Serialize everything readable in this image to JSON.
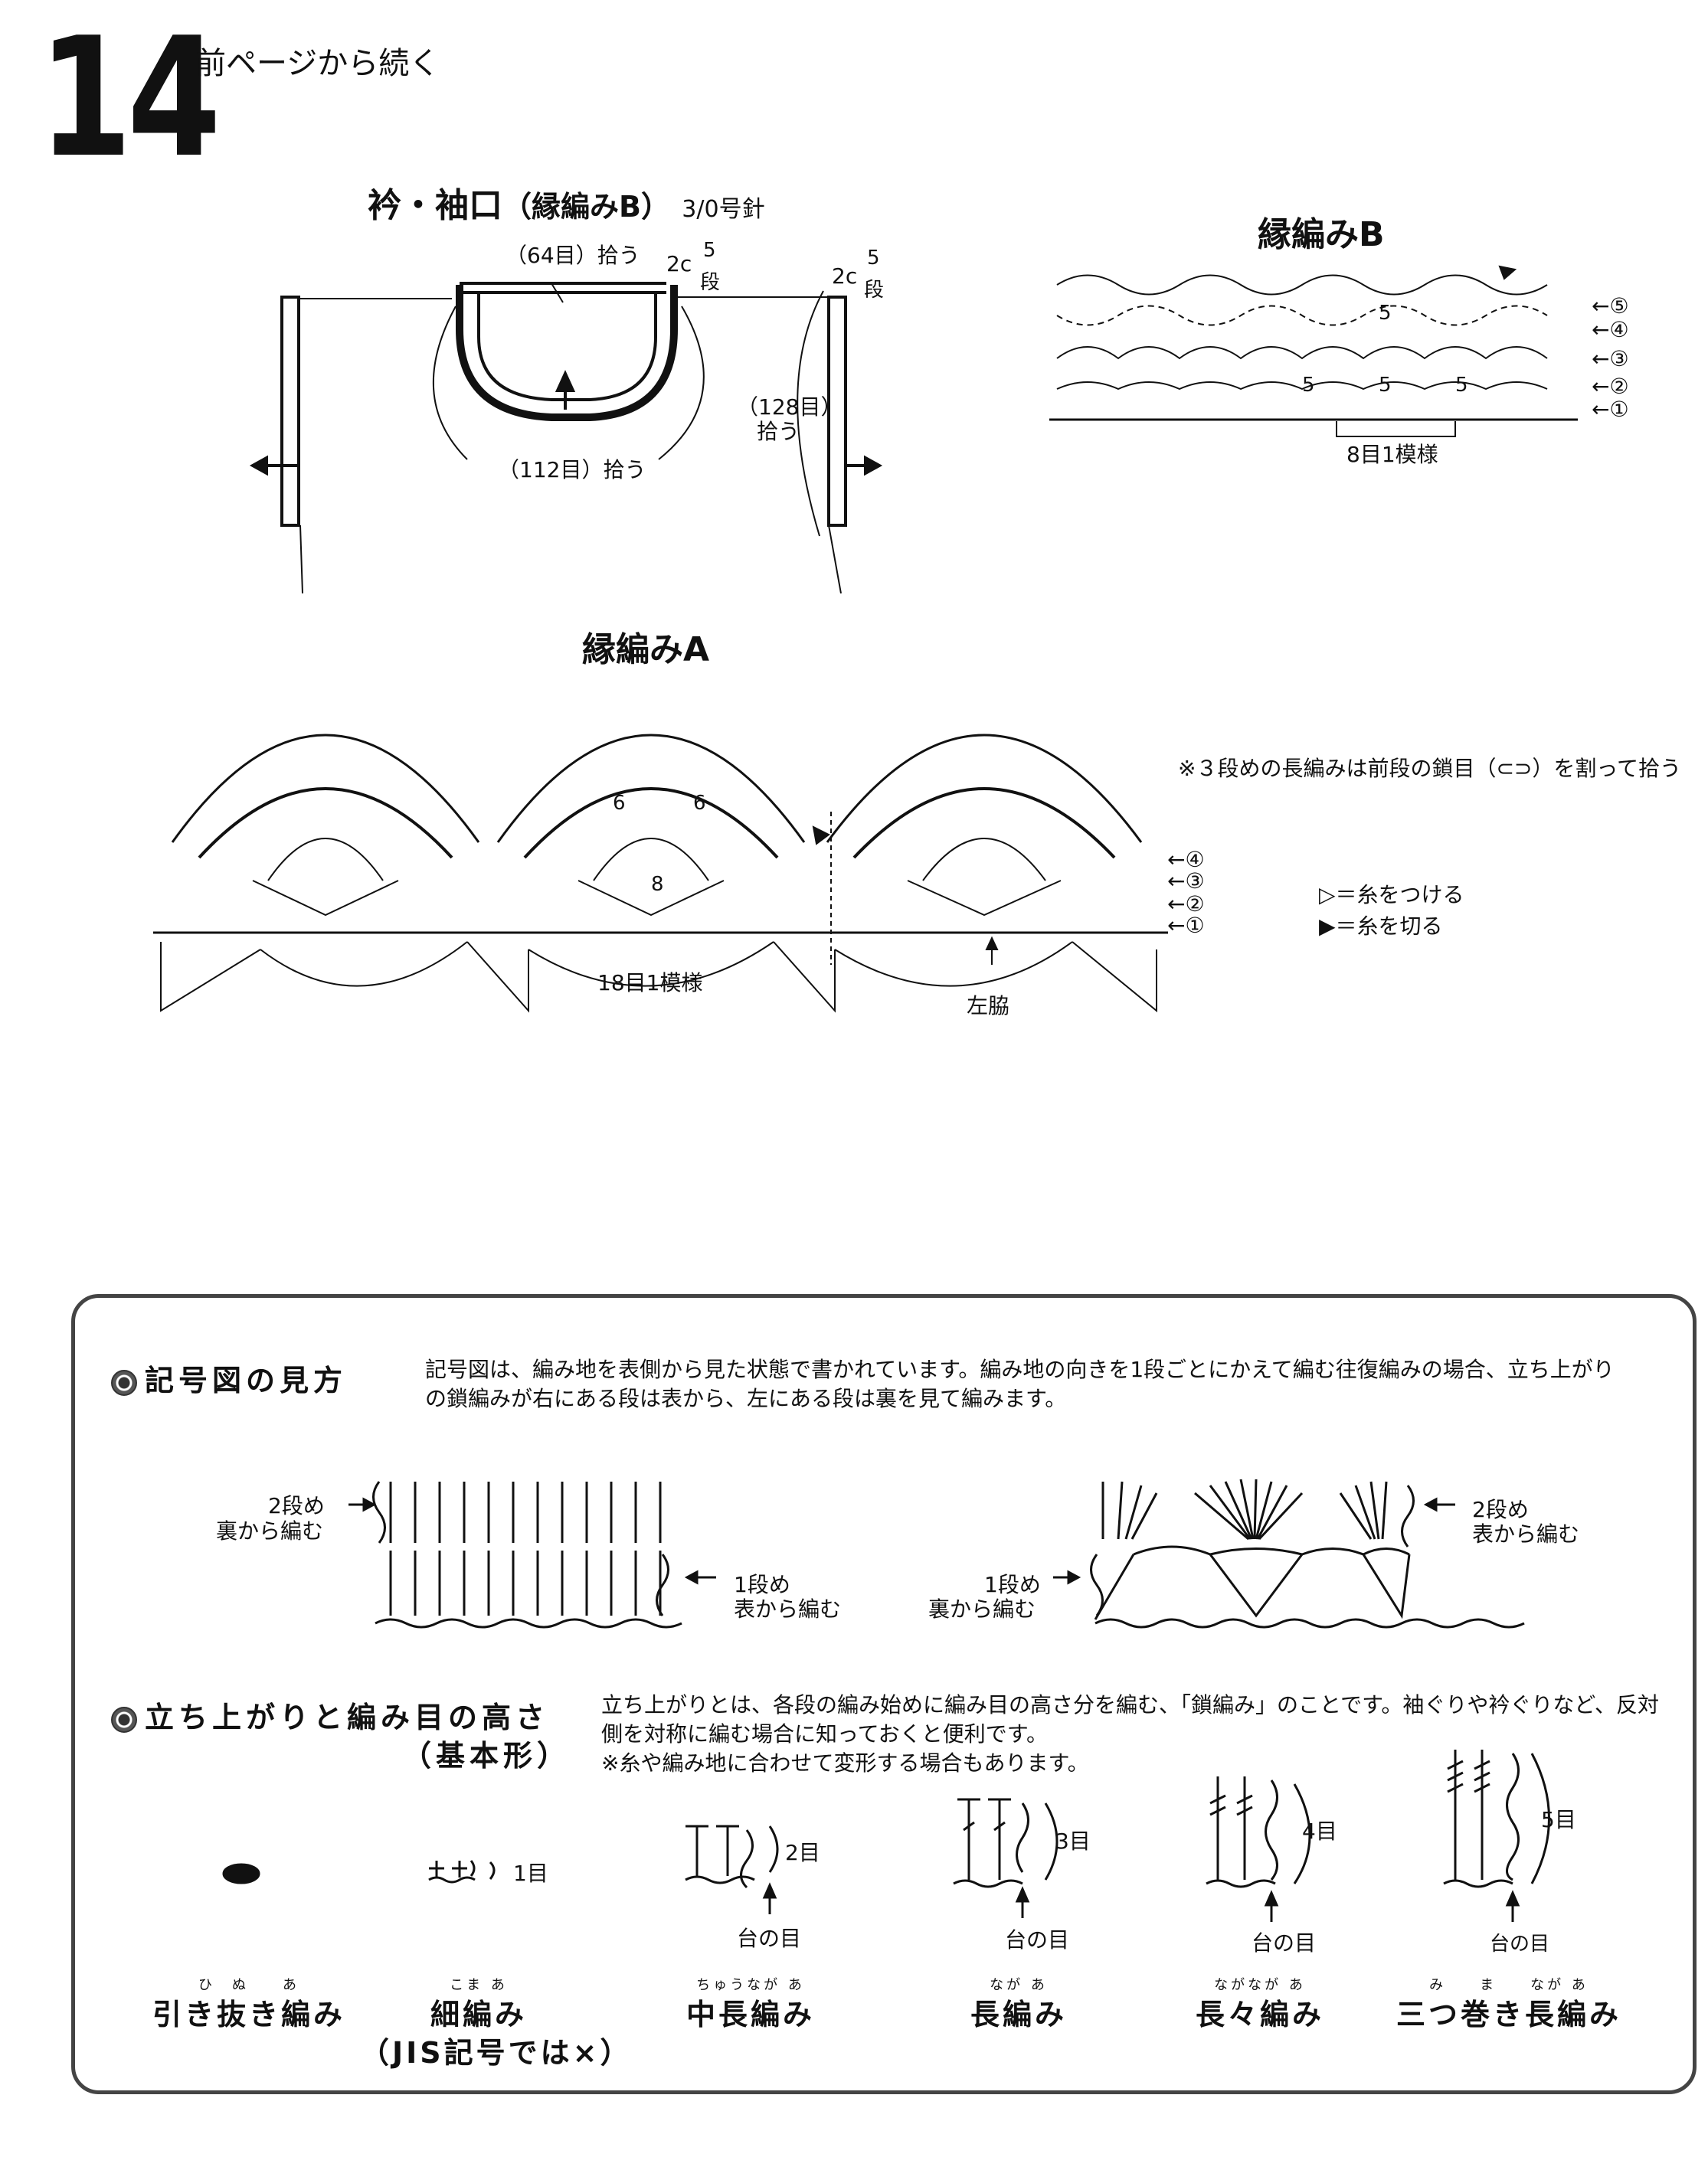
{
  "page": {
    "number": "14",
    "continued": "前ページから続く"
  },
  "collar": {
    "title": "衿・袖口",
    "title_paren": "（縁編みB）",
    "needle": "3/0号針",
    "pick64": "（64目）拾う",
    "pick112": "（112目）拾う",
    "pick128_a": "（128目）",
    "pick128_b": "拾う",
    "two_c": "2c",
    "five": "5",
    "dan": "段"
  },
  "edgeB": {
    "title": "縁編みB",
    "repeat": "8目1模様",
    "rows": [
      "⑤",
      "④",
      "③",
      "②",
      "①"
    ],
    "fives": [
      "5",
      "5",
      "5",
      "5"
    ],
    "arrow": "←"
  },
  "edgeA": {
    "title": "縁編みA",
    "note": "※３段めの長編みは前段の鎖目（⊂⊃）を割って拾う",
    "repeat": "18目1模様",
    "left_side": "左脇",
    "rows": [
      "④",
      "③",
      "②",
      "①"
    ],
    "six_a": "6",
    "six_b": "6",
    "eight": "8",
    "arrow": "←",
    "legend": [
      {
        "sym": "▷",
        "text": "＝糸をつける"
      },
      {
        "sym": "▶",
        "text": "＝糸を切る"
      }
    ]
  },
  "howto": {
    "heading": "記号図の見方",
    "text_1": "記号図は、編み地を表側から見た状態で書かれています。編み地の向きを1段ごとにかえて編む往復編みの場合、立ち上がり",
    "text_2": "の鎖編みが右にある段は表から、左にある段は裏を見て編みます。",
    "left_row2_a": "2段め",
    "left_row2_b": "裏から編む",
    "left_row1_a": "1段め",
    "left_row1_b": "表から編む",
    "right_row2_a": "2段め",
    "right_row2_b": "表から編む",
    "right_row1_a": "1段め",
    "right_row1_b": "裏から編む"
  },
  "turning": {
    "heading": "立ち上がりと編み目の高さ",
    "heading_sub": "（基本形）",
    "text_1": "立ち上がりとは、各段の編み始めに編み目の高さ分を編む、「鎖編み」のことです。袖ぐりや衿ぐりなど、反対",
    "text_2": "側を対称に編む場合に知っておくと便利です。",
    "text_3": "※糸や編み地に合わせて変形する場合もあります。",
    "base": "台の目",
    "stitches": [
      {
        "name": "引き抜き編み",
        "ruby": "ひ　ぬ　　あ",
        "count": ""
      },
      {
        "name": "細編み",
        "ruby": "こま あ",
        "count": "1目",
        "name_sub": "（JIS記号では×）"
      },
      {
        "name": "中長編み",
        "ruby": "ちゅうなが あ",
        "count": "2目"
      },
      {
        "name": "長編み",
        "ruby": "なが あ",
        "count": "3目"
      },
      {
        "name": "長々編み",
        "ruby": "ながなが あ",
        "count": "4目"
      },
      {
        "name": "三つ巻き長編み",
        "ruby": "み　　ま　　なが あ",
        "count": "5目"
      }
    ]
  }
}
